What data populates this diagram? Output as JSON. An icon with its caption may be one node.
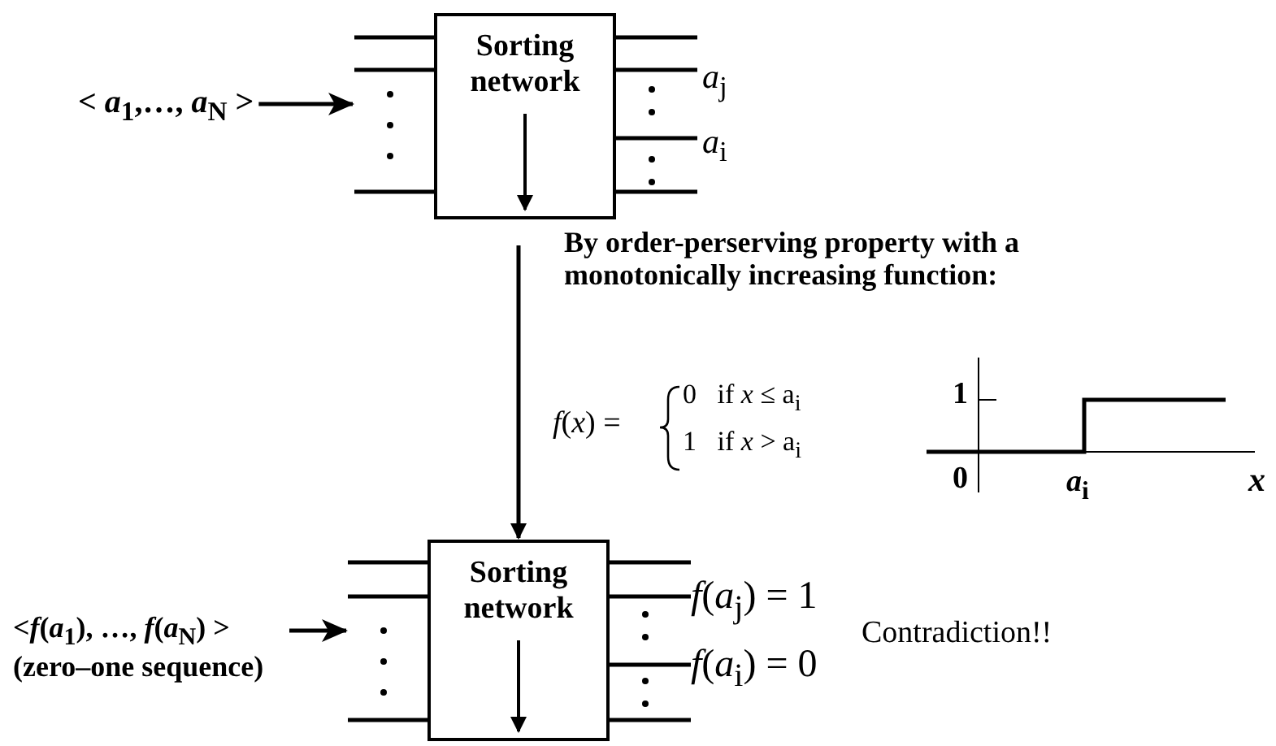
{
  "diagram": {
    "nodes": [
      {
        "text": [
          "< *a*$_{1}$,…, *a*$_{N}$ >"
        ]
      },
      {
        "text": [
          "Sorting network"
        ]
      },
      {
        "text": [
          "<*f*(*a*$_{1}$), …, *f*(*a*$_{N}$) >",
          "(zero–one sequence)"
        ]
      },
      {
        "text": [
          "Sorting network"
        ]
      }
    ],
    "edges": [
      {
        "from": 0,
        "to": 1,
        "arrow": "to"
      },
      {
        "from": 1,
        "to": 3,
        "arrow": "to"
      },
      {
        "from": 2,
        "to": 3,
        "arrow": "to"
      }
    ],
    "labels": [
      "*a*$_{j}$",
      "*a*$_{i}$",
      "By order-perserving property with a monotonically increasing function:",
      "*f*(*x*) =",
      "0   if *x* ≤ a$_{i}$",
      "1   if *x* > a$_{i}$",
      "1",
      "0",
      "*a*$_{i}$",
      "*x*",
      "*f*(*a*$_{j}$) = 1",
      "*f*(*a*$_{i}$) = 0",
      "Contradiction!!"
    ]
  }
}
